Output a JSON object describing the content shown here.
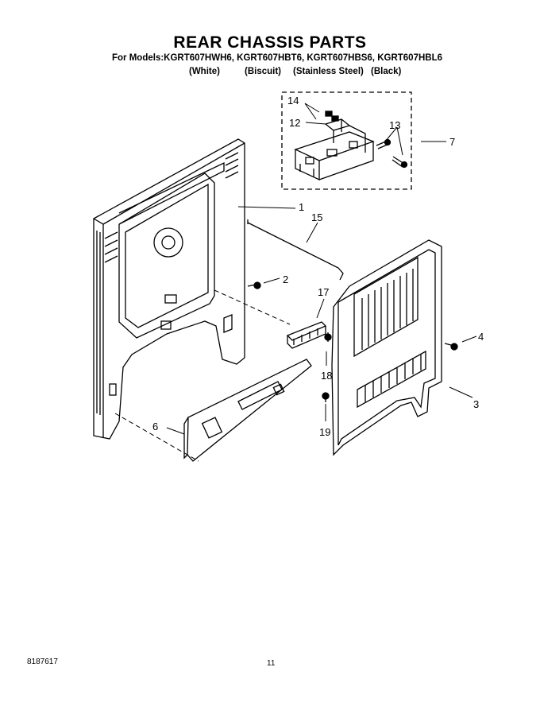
{
  "header": {
    "title": "REAR CHASSIS PARTS",
    "models": "For Models:KGRT607HWH6, KGRT607HBT6, KGRT607HBS6, KGRT607HBL6",
    "colors": [
      "(White)",
      "(Biscuit)",
      "(Stainless Steel)",
      "(Black)"
    ]
  },
  "callouts": [
    "14",
    "12",
    "13",
    "7",
    "1",
    "15",
    "2",
    "17",
    "4",
    "18",
    "3",
    "6",
    "19"
  ],
  "footer": {
    "doc_number": "8187617",
    "page_number": "11"
  }
}
